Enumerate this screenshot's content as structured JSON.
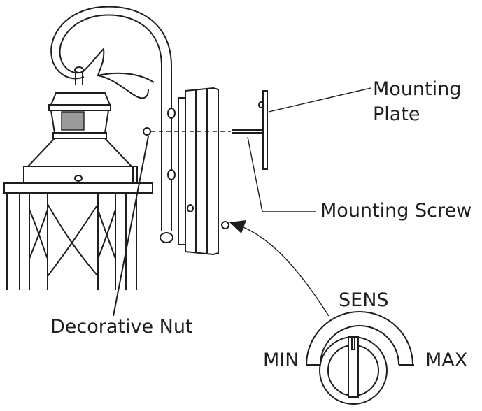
{
  "labels": {
    "mounting_plate_line1": "Mounting",
    "mounting_plate_line2": "Plate",
    "mounting_screw": "Mounting Screw",
    "decorative_nut": "Decorative Nut",
    "sens": "SENS",
    "min": "MIN",
    "max": "MAX"
  },
  "colors": {
    "line": "#1e1e1e",
    "background": "#ffffff",
    "sensor_window": "#9a9a9a"
  }
}
